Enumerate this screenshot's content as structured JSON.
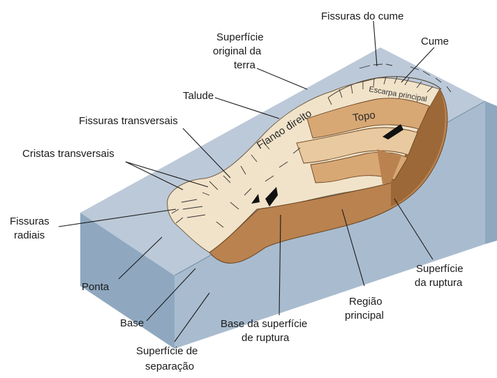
{
  "colors": {
    "block_top": "#bcc9d8",
    "block_side": "#8fa8c0",
    "block_front": "#a9bccf",
    "debris": "#f1e3c9",
    "rupture": "#b9824f",
    "rupture_dark": "#9c6838",
    "band": "#d8a874",
    "band_light": "#e8c9a0"
  },
  "labels": {
    "fissuras_do_cume": "Fissuras do cume",
    "cume": "Cume",
    "superficie_original_1": "Superfície",
    "superficie_original_2": "original da",
    "superficie_original_3": "terra",
    "talude": "Talude",
    "fissuras_transversais": "Fissuras transversais",
    "cristas_transversais": "Cristas transversais",
    "fissuras_radiais_1": "Fissuras",
    "fissuras_radiais_2": "radiais",
    "ponta": "Ponta",
    "base": "Base",
    "superficie_separacao_1": "Superfície de",
    "superficie_separacao_2": "separação",
    "base_superficie_ruptura_1": "Base da superfície",
    "base_superficie_ruptura_2": "de ruptura",
    "regiao_principal_1": "Região",
    "regiao_principal_2": "principal",
    "superficie_ruptura_1": "Superfície",
    "superficie_ruptura_2": "da ruptura",
    "flanco_direito": "Flanco direito",
    "topo": "Topo",
    "escarpa_principal": "Escarpa principal"
  }
}
